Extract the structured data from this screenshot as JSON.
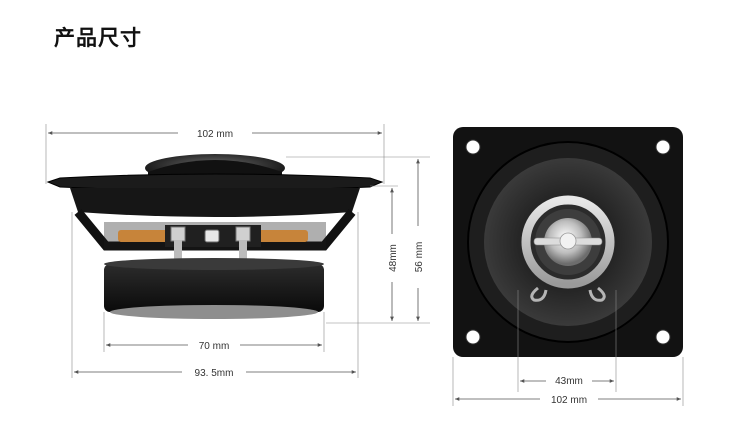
{
  "title": "产品尺寸",
  "side_view": {
    "dims": {
      "overall_width": "102 mm",
      "depth": "48mm",
      "overall_height": "56 mm",
      "magnet_diameter": "70 mm",
      "cutout_diameter": "93. 5mm"
    }
  },
  "front_view": {
    "dims": {
      "tweeter_width": "43mm",
      "overall_width": "102 mm"
    }
  },
  "colors": {
    "speaker_body": "#151515",
    "cone": "#2a2a2a",
    "chrome": "#c9c9c9",
    "copper": "#c7843a",
    "dimension_line": "#555555"
  }
}
